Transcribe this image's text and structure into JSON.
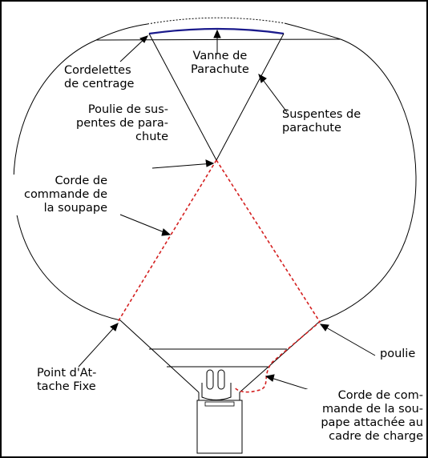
{
  "diagram": {
    "labels": {
      "cordelettes": [
        "Cordelettes",
        "de centrage"
      ],
      "vanne": [
        "Vanne de",
        "Parachute"
      ],
      "poulie_suspentes": [
        "Poulie de sus-",
        "pentes de para-",
        "chute"
      ],
      "suspentes": [
        "Suspentes de",
        "parachute"
      ],
      "corde_commande": [
        "Corde de",
        "commande de",
        "la soupape"
      ],
      "poulie": [
        "poulie"
      ],
      "point_attache": [
        "Point d'At-",
        "tache Fixe"
      ],
      "corde_commande_cadre": [
        "Corde de com-",
        "mande de la sou-",
        "pape attachée au",
        "cadre de charge"
      ]
    },
    "colors": {
      "outline": "#000000",
      "vent_edge": "#1a1a8c",
      "control_line": "#d42020"
    }
  }
}
